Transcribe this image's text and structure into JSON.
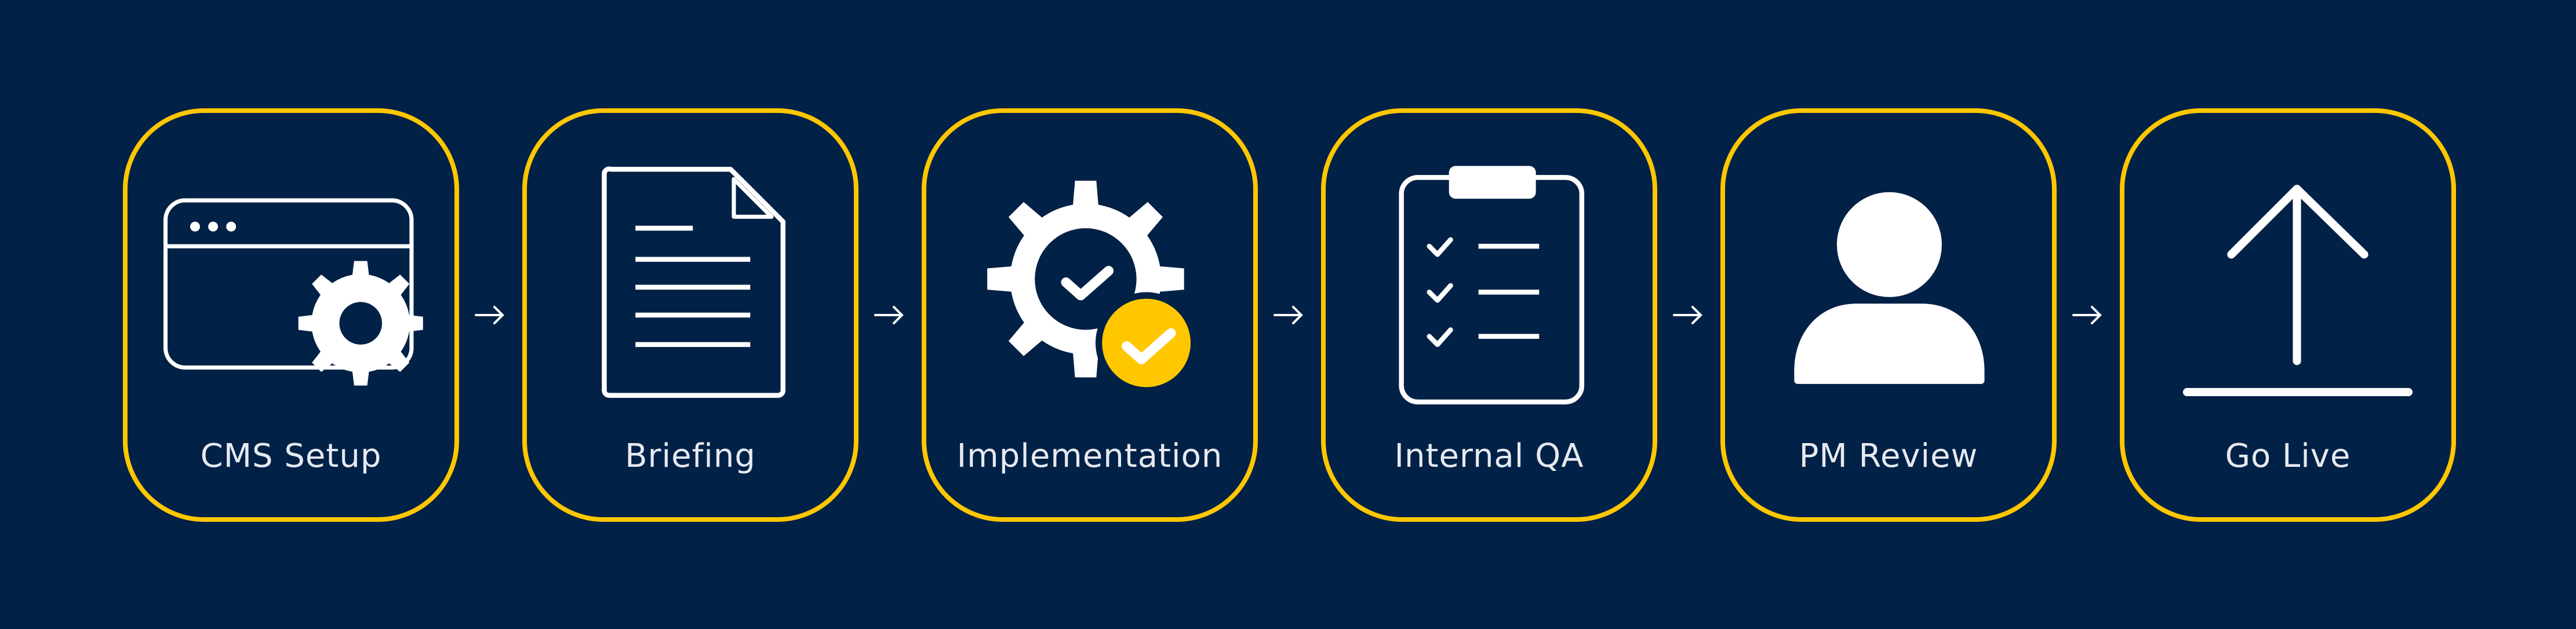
{
  "steps": [
    {
      "label": "CMS Setup",
      "icon": "browser-gear-icon"
    },
    {
      "label": "Briefing",
      "icon": "document-icon"
    },
    {
      "label": "Implementation",
      "icon": "gear-check-icon"
    },
    {
      "label": "Internal QA",
      "icon": "clipboard-checklist-icon"
    },
    {
      "label": "PM Review",
      "icon": "person-icon"
    },
    {
      "label": "Go Live",
      "icon": "upload-icon"
    }
  ],
  "colors": {
    "background": "#012147",
    "accent": "#FFC700",
    "icon": "#FFFFFF"
  }
}
